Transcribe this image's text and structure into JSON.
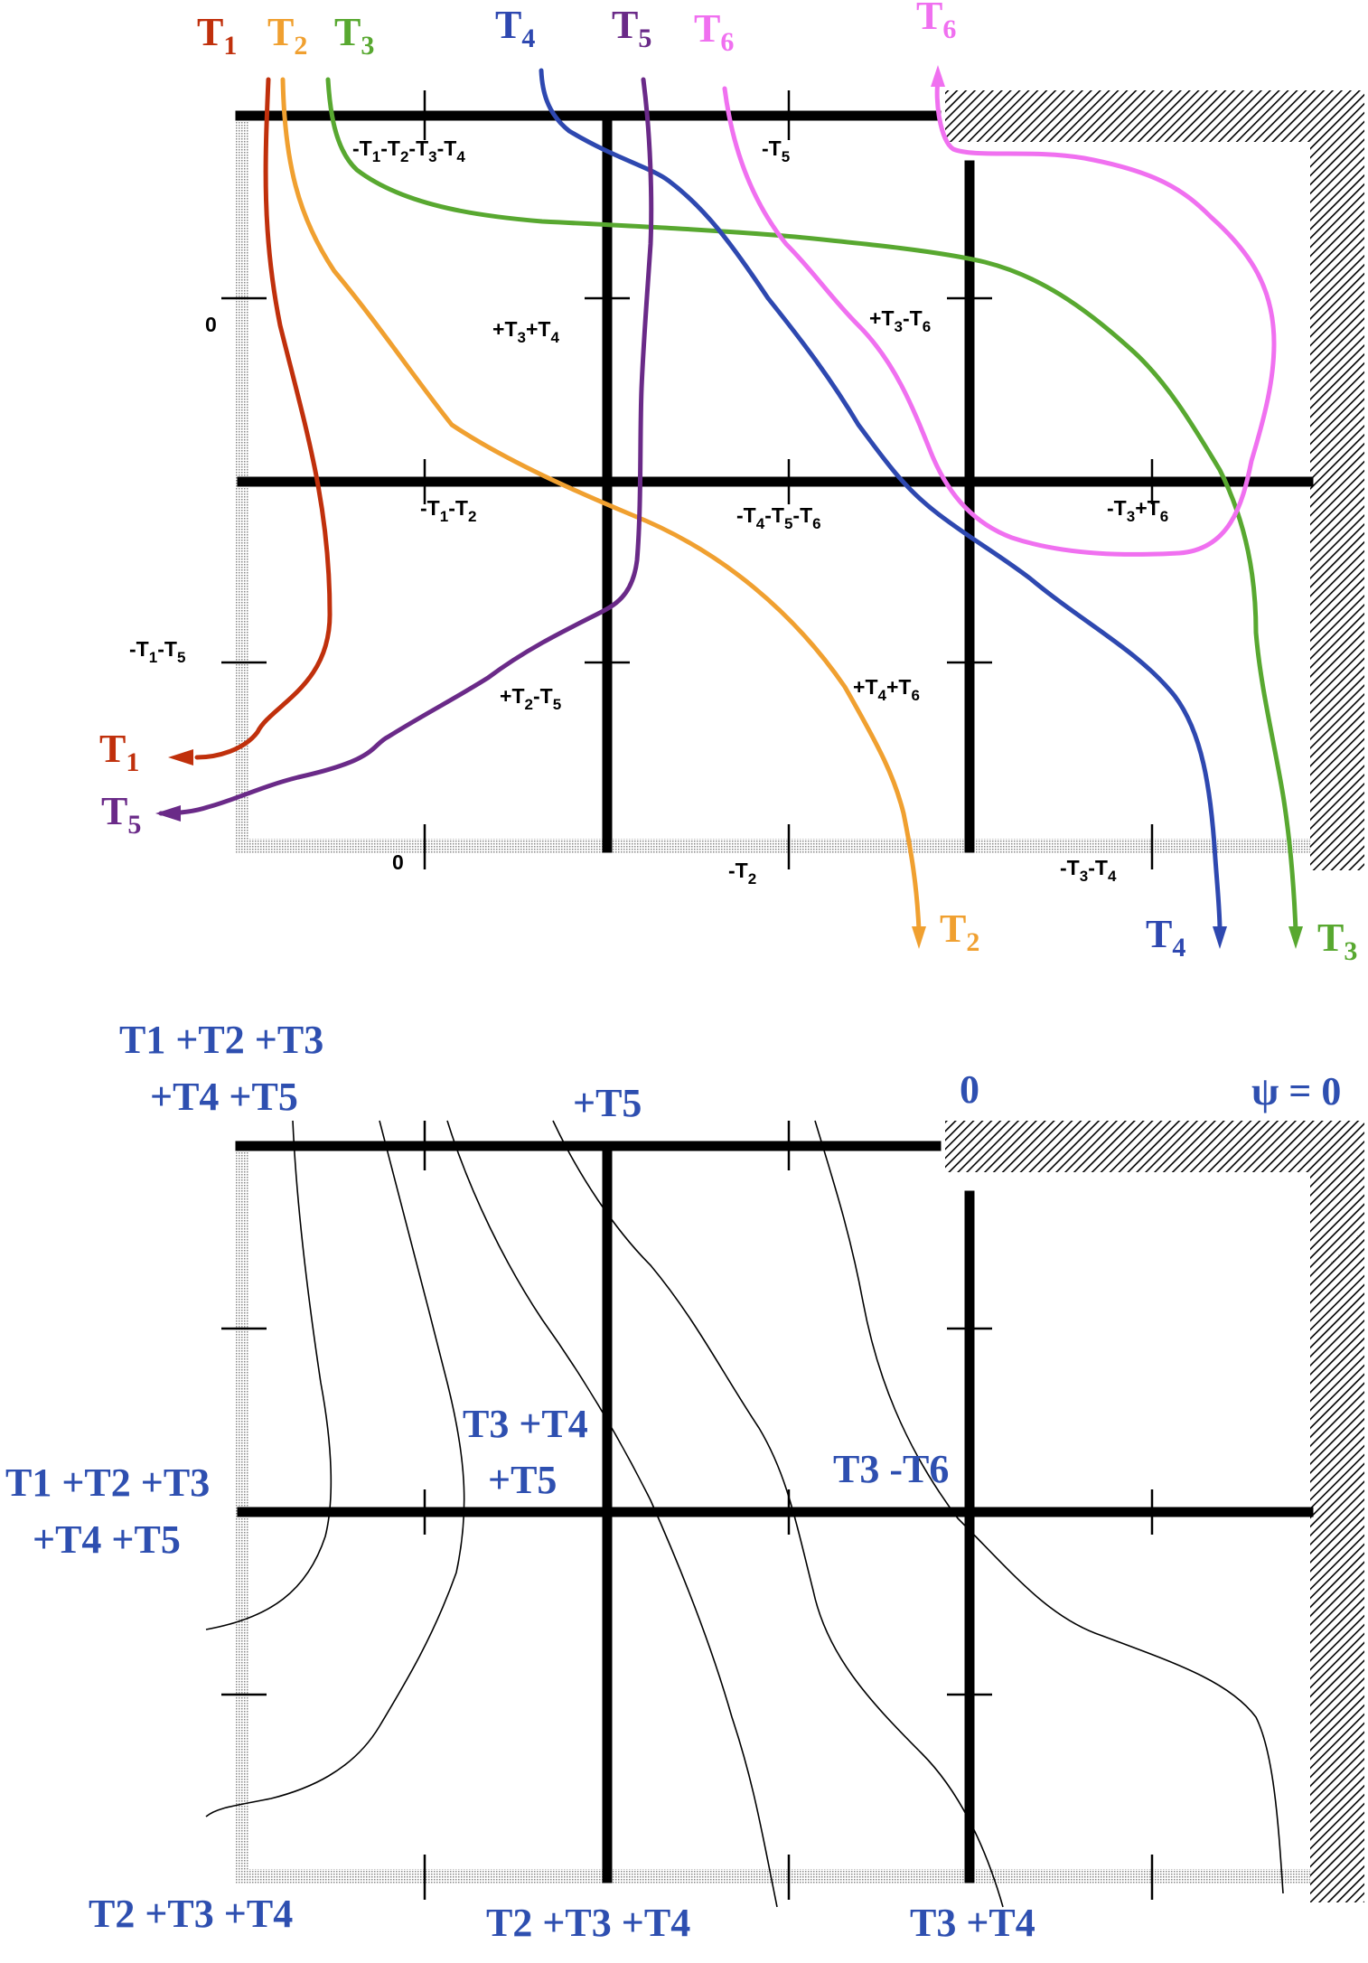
{
  "colors": {
    "T1": "#c0300c",
    "T2": "#f0a030",
    "T3": "#58a830",
    "T4": "#2e48b0",
    "T5": "#6a2a88",
    "T6": "#f070f0",
    "blue_label": "#2e4fb0",
    "walls": "#000000"
  },
  "top_panel": {
    "curve_labels": {
      "T1_top": "T",
      "T1_top_sub": "1",
      "T2_top": "T",
      "T2_top_sub": "2",
      "T3_top": "T",
      "T3_top_sub": "3",
      "T4_top": "T",
      "T4_top_sub": "4",
      "T5_top": "T",
      "T5_top_sub": "5",
      "T6_top_a": "T",
      "T6_top_a_sub": "6",
      "T6_top_b": "T",
      "T6_top_b_sub": "6",
      "T1_end": "T",
      "T1_end_sub": "1",
      "T5_end": "T",
      "T5_end_sub": "5",
      "T2_end": "T",
      "T2_end_sub": "2",
      "T4_end": "T",
      "T4_end_sub": "4",
      "T3_end": "T",
      "T3_end_sub": "3"
    },
    "cell_labels": [
      {
        "id": "c1",
        "text": "-T1-T2-T3-T4"
      },
      {
        "id": "c2",
        "text": "-T5"
      },
      {
        "id": "c3",
        "text": "0"
      },
      {
        "id": "c4",
        "text": "+T3+T4"
      },
      {
        "id": "c5",
        "text": "+T3-T6"
      },
      {
        "id": "c6",
        "text": "-T1-T2"
      },
      {
        "id": "c7",
        "text": "-T4-T5-T6"
      },
      {
        "id": "c8",
        "text": "-T3+T6"
      },
      {
        "id": "c9",
        "text": "-T1-T5"
      },
      {
        "id": "c10",
        "text": "+T2-T5"
      },
      {
        "id": "c11",
        "text": "+T4+T6"
      },
      {
        "id": "c12",
        "text": "0"
      },
      {
        "id": "c13",
        "text": "-T2"
      },
      {
        "id": "c14",
        "text": "-T3-T4"
      }
    ]
  },
  "bottom_panel": {
    "labels": {
      "top_left_line1": "T1 +T2 +T3",
      "top_left_line2": "+T4 +T5",
      "top_mid": "+T5",
      "top_zero": "0",
      "psi": "ψ = 0",
      "center_line1": "T3 +T4",
      "center_line2": "+T5",
      "center_right": "T3 -T6",
      "left_line1": "T1 +T2 +T3",
      "left_line2": "+T4 +T5",
      "bottom_1": "T2 +T3 +T4",
      "bottom_2": "T2 +T3 +T4",
      "bottom_3": "T3 +T4"
    }
  }
}
